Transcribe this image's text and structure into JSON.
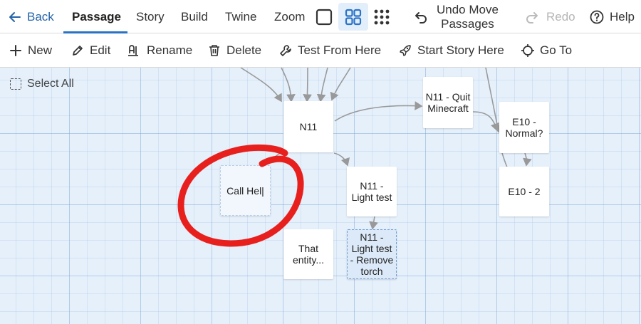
{
  "topbar": {
    "back_label": "Back",
    "tabs": [
      {
        "label": "Passage"
      },
      {
        "label": "Story"
      },
      {
        "label": "Build"
      },
      {
        "label": "Twine"
      }
    ],
    "zoom_label": "Zoom",
    "undo_label_line1": "Undo Move",
    "undo_label_line2": "Passages",
    "redo_label": "Redo",
    "help_label": "Help"
  },
  "toolbar": {
    "new_label": "New",
    "edit_label": "Edit",
    "rename_label": "Rename",
    "delete_label": "Delete",
    "test_label": "Test From Here",
    "start_label": "Start Story Here",
    "goto_label": "Go To"
  },
  "canvas": {
    "select_all_label": "Select All",
    "passages": {
      "n11": "N11",
      "n11_quit": "N11 - Quit Minecraft",
      "e10_normal": "E10 - Normal?",
      "call_hel": "Call Hel|",
      "n11_light": "N11 - Light test",
      "e10_2": "E10 - 2",
      "that_entity": "That entity...",
      "n11_light_torch": "N11 - Light test - Remove torch"
    }
  },
  "colors": {
    "accent": "#2b73c7",
    "annotation_circle": "#e8201d",
    "canvas_bg": "#e6f0fb"
  }
}
